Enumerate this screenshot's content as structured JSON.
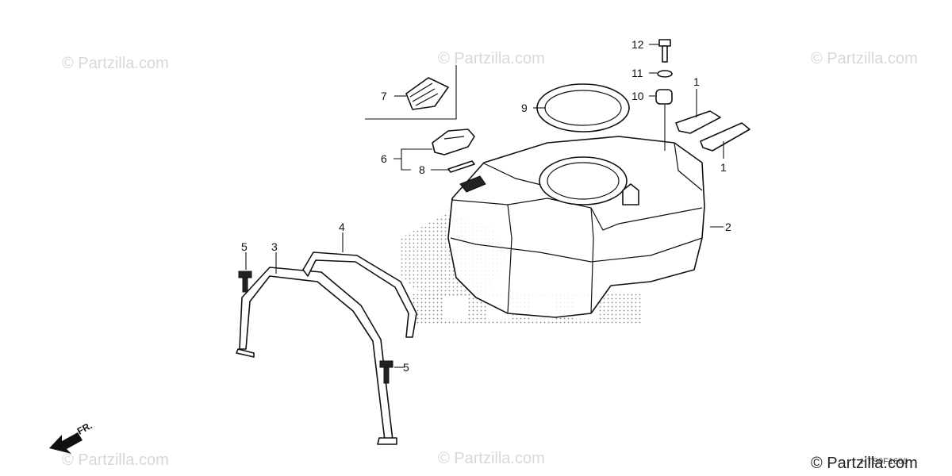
{
  "watermarks": [
    "© Partzilla.com",
    "© Partzilla.com",
    "© Partzilla.com",
    "© Partzilla.com",
    "© Partzilla.com"
  ],
  "watermark_bottom": "© Partzilla.com",
  "diagram_code": "HTS0F1600",
  "direction_label": "FR.",
  "callouts": {
    "c1a": "1",
    "c1b": "1",
    "c2": "2",
    "c3": "3",
    "c4": "4",
    "c5a": "5",
    "c5b": "5",
    "c6": "6",
    "c7": "7",
    "c8": "8",
    "c9": "9",
    "c10": "10",
    "c11": "11",
    "c12": "12"
  }
}
